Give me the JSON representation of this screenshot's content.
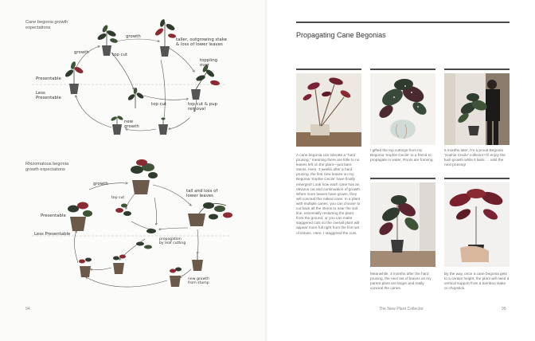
{
  "left_page": {
    "page_number": "94",
    "diagram1": {
      "title": "Cane begonia growth\nexpectations",
      "labels": {
        "growth_top": "growth",
        "growth_left": "growth",
        "top_cut": "top cut",
        "taller": "taller, outgrowing stake\n& loss of lower leaves",
        "toppling": "toppling\nover",
        "presentable": "Presentable",
        "less_presentable": "Less\nPresentable",
        "top_cut_pup": "top cut & pup\nremoval",
        "new_growth": "new\ngrowth"
      }
    },
    "diagram2": {
      "title": "Rhizomatous begonia\ngrowth expectations",
      "labels": {
        "growth": "growth",
        "top_cut": "top cut",
        "tall": "tall and loss of\nlower leaves",
        "presentable": "Presentable",
        "less_presentable": "Less Presentable",
        "propagation": "propagation\nby leaf cutting",
        "new_growth": "new growth\nfrom stump"
      }
    }
  },
  "right_page": {
    "page_number": "95",
    "title": "Propagating Cane Begonias",
    "running_footer": "The New Plant Collector",
    "body_text": "A cane begonia can tolerate a \"hard pruning,\" meaning there are little to no leaves left on the plant—just bare stems. Here, 3 weeks after a hard pruning, the first new leaves on my Begonia 'Sophie Cecile' have finally emerged! Look how each cane has an obvious cut and continuation of growth. When more leaves have grown, they will conceal this naked cane. In a plant with multiple canes, you can choose to cut back all the stems to near the soil line, essentially restarting the plant from the ground, or you can make staggered cuts so the overall plant will appear more full right from the first set of leaves. Here, I staggered the cuts.",
    "captions": {
      "top_middle": "I gifted the top cuttings from my Begonia 'Sophie Cecile' to a friend to propagate in water. Roots are forming.",
      "top_right": "6 months later, I'm a proud Begonia 'Sophie Cecile' collector! I'll enjoy the lush growth while it lasts … until the next pruning!",
      "bottom_middle": "Meanwhile, 3 months after the hard pruning, the next set of leaves on my parent plant are larger and really conceal the canes.",
      "bottom_right": "By the way, once a cane begonia gets to a certain height, the plant will need a vertical support from a bamboo stake or chopstick."
    }
  },
  "colors": {
    "leaf_dark": "#2f3b2c",
    "leaf_red": "#8a2a32",
    "pot": "#555555",
    "line": "#555555",
    "rule": "#4a4a4a"
  },
  "icons": [
    "plant-icon",
    "pot-icon",
    "arrow-icon"
  ]
}
